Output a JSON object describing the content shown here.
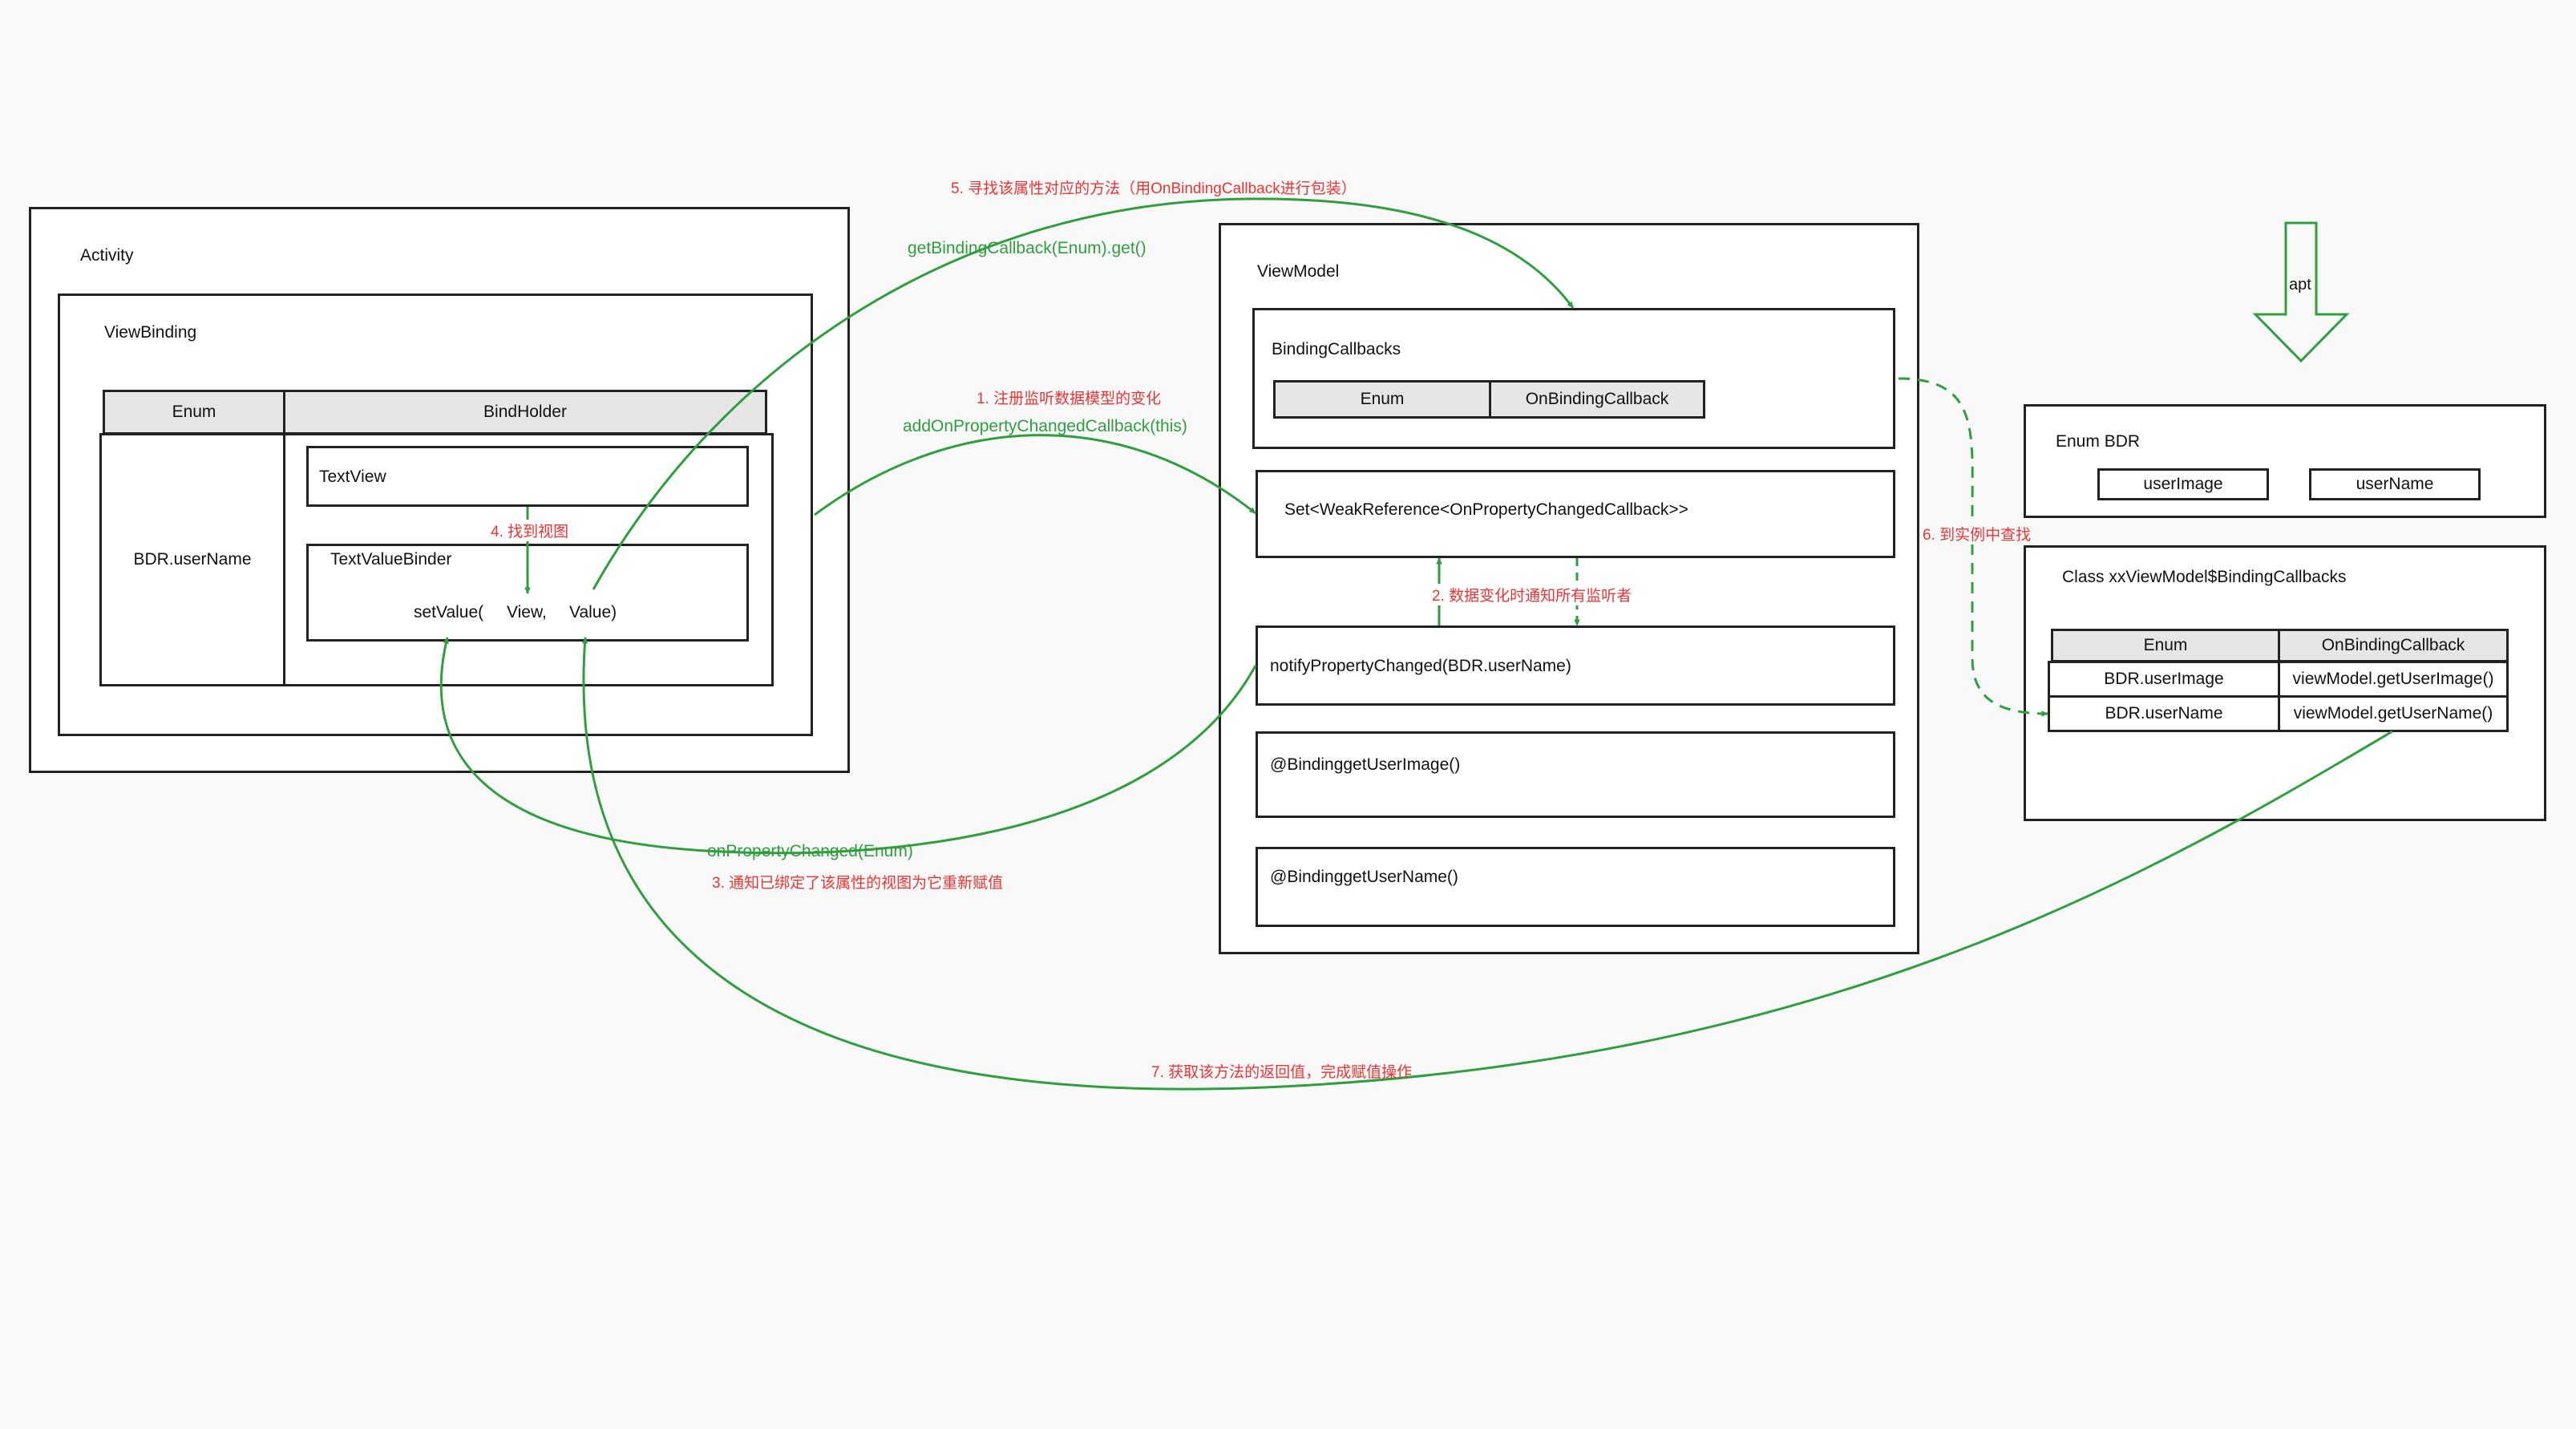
{
  "activity": {
    "title": "Activity",
    "view_binding": {
      "title": "ViewBinding",
      "col_enum": "Enum",
      "col_bindholder": "BindHolder",
      "row_key": "BDR.userName",
      "textview_label": "TextView",
      "binder_label": "TextValueBinder",
      "setvalue_label": "setValue(",
      "view_param": "View,",
      "value_param": "Value)"
    }
  },
  "viewmodel": {
    "title": "ViewModel",
    "callbacks": {
      "title": "BindingCallbacks",
      "col_enum": "Enum",
      "col_callback": "OnBindingCallback"
    },
    "listener_set": "Set<WeakReference<OnPropertyChangedCallback>>",
    "notify": "notifyPropertyChanged(BDR.userName)",
    "binding_image": "@BindinggetUserImage()",
    "binding_name": "@BindinggetUserName()"
  },
  "apt_label": "apt",
  "enum_bdr": {
    "title": "Enum BDR",
    "items": [
      "userImage",
      "userName"
    ]
  },
  "callbacks_class": {
    "title": "Class xxViewModel$BindingCallbacks",
    "headers": [
      "Enum",
      "OnBindingCallback"
    ],
    "rows": [
      [
        "BDR.userImage",
        "viewModel.getUserImage()"
      ],
      [
        "BDR.userName",
        "viewModel.getUserName()"
      ]
    ]
  },
  "annotations": {
    "step1": "1. 注册监听数据模型的变化",
    "call1": "addOnPropertyChangedCallback(this)",
    "step2": "2. 数据变化时通知所有监听者",
    "call3": "onPropertyChanged(Enum)",
    "step3": "3. 通知已绑定了该属性的视图为它重新赋值",
    "step4": "4. 找到视图",
    "step5": "5. 寻找该属性对应的方法（用OnBindingCallback进行包装）",
    "call5": "getBindingCallback(Enum).get()",
    "step6": "6. 到实例中查找",
    "step7": "7. 获取该方法的返回值，完成赋值操作"
  },
  "colors": {
    "arrow_green": "#2e9e3e",
    "note_red": "#ee3333",
    "header_gray": "#e6e6e6",
    "border": "#222222"
  }
}
